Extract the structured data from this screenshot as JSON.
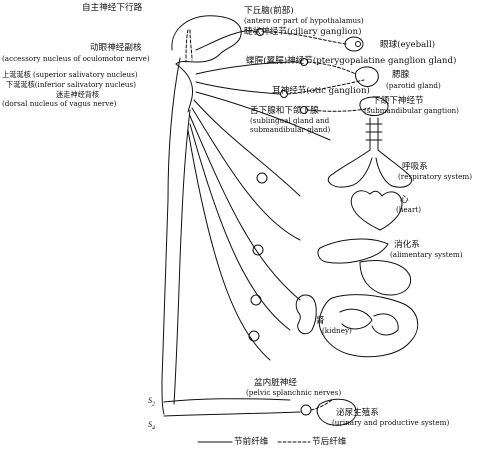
{
  "labels": {
    "descending": "自主神经下行路",
    "hypothalamus_cn": "下丘脑(前部)",
    "hypothalamus_en": "(antero or part of hypothalamus)",
    "ciliary": "睫状神经节(ciliary ganglion)",
    "eyeball": "眼球(eyeball)",
    "oculomotor_cn": "动眼神经副核",
    "oculomotor_en": "(accessory nucleus of oculomotor nerve)",
    "pterygopalatine": "蝶腭(翼腭)神经节(pterygopalatine ganglion gland)",
    "sup_saliv": "上涎涎核 (superior salivatory nucleus)",
    "inf_saliv": "下涎涎核(inferior salivatory nucleus)",
    "vagus_cn": "迷走神经背核",
    "vagus_en": "(dorsal nucleus of vagus nerve)",
    "parotid_cn": "腮腺",
    "parotid_en": "(parotid gland)",
    "otic": "耳神经节(otic ganglion)",
    "submandibular_g_cn": "下颌下神经节",
    "submandibular_g_en": "(submandibular gangtion)",
    "sublingual_cn": "舌下腺和下颌下腺",
    "sublingual_en1": "(sublingual gland and",
    "sublingual_en2": "submandibular gland)",
    "respiratory_cn": "呼吸系",
    "respiratory_en": "(respiratory system)",
    "heart_cn": "心",
    "heart_en": "(heart)",
    "alimentary_cn": "消化系",
    "alimentary_en": "(alimentary system)",
    "kidney_cn": "肾",
    "kidney_en": "(kidney)",
    "pelvic_cn": "盆内脏神经",
    "pelvic_en": "(pelvic splanchnic nerves)",
    "urinary_cn": "泌尿生殖系",
    "urinary_en": "(urinary and productive system)",
    "s2": "S",
    "s2_sub": "2",
    "s4": "S",
    "s4_sub": "4",
    "legend_pre": "节前纤维",
    "legend_post": "节后纤维"
  }
}
